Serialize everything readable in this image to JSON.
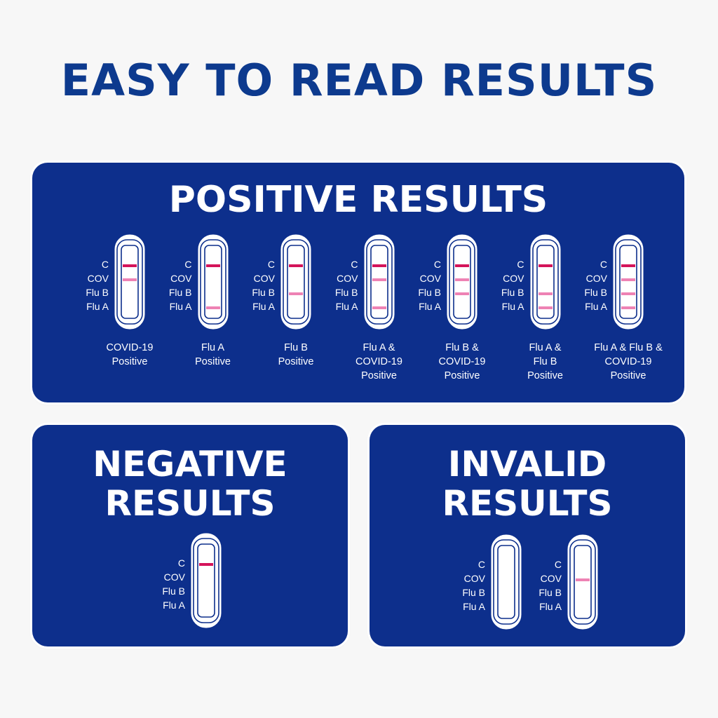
{
  "page": {
    "title": "EASY TO READ RESULTS"
  },
  "colors": {
    "panel": "#0d2f8c",
    "title": "#0d3a8e",
    "control_line": "#d4145a",
    "test_line": "#ee82b4"
  },
  "line_labels": [
    "C",
    "COV",
    "Flu B",
    "Flu A"
  ],
  "positive": {
    "title": "POSITIVE RESULTS",
    "items": [
      {
        "caption": [
          "COVID-19",
          "Positive"
        ],
        "lines": [
          "C",
          "COV"
        ]
      },
      {
        "caption": [
          "Flu A",
          "Positive"
        ],
        "lines": [
          "C",
          "Flu A"
        ]
      },
      {
        "caption": [
          "Flu B",
          "Positive"
        ],
        "lines": [
          "C",
          "Flu B"
        ]
      },
      {
        "caption": [
          "Flu A &",
          "COVID-19",
          "Positive"
        ],
        "lines": [
          "C",
          "COV",
          "Flu A"
        ]
      },
      {
        "caption": [
          "Flu B &",
          "COVID-19",
          "Positive"
        ],
        "lines": [
          "C",
          "COV",
          "Flu B"
        ]
      },
      {
        "caption": [
          "Flu A &",
          "Flu B",
          "Positive"
        ],
        "lines": [
          "C",
          "Flu B",
          "Flu A"
        ]
      },
      {
        "caption": [
          "Flu A & Flu B &",
          "COVID-19",
          "Positive"
        ],
        "lines": [
          "C",
          "COV",
          "Flu B",
          "Flu A"
        ]
      }
    ]
  },
  "negative": {
    "title_lines": [
      "NEGATIVE",
      "RESULTS"
    ],
    "items": [
      {
        "lines": [
          "C"
        ]
      }
    ]
  },
  "invalid": {
    "title_lines": [
      "INVALID",
      "RESULTS"
    ],
    "items": [
      {
        "lines": []
      },
      {
        "lines": [
          "COV"
        ]
      }
    ]
  }
}
